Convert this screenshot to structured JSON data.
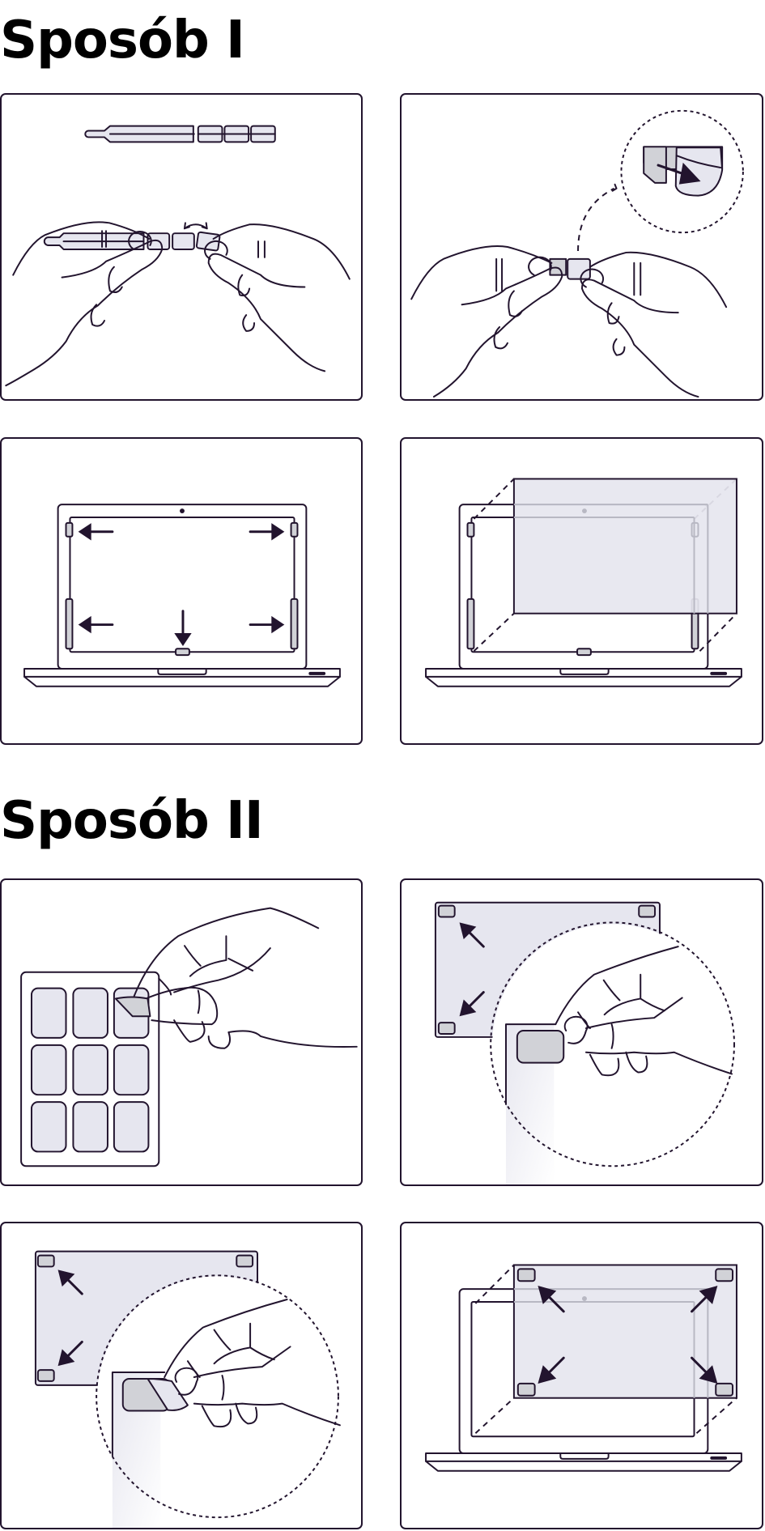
{
  "sections": [
    {
      "title": "Sposób I",
      "steps": [
        {
          "id": 1,
          "illustration": "two-hands-breaking-strip-of-tabs",
          "icon": "rotate-arrow-icon"
        },
        {
          "id": 2,
          "illustration": "two-hands-peeling-tab-with-zoom-inset",
          "icon": "peel-arrow-icon"
        },
        {
          "id": 3,
          "illustration": "laptop-with-tabs-attached-to-bezel",
          "icon": "outward-arrows-icon"
        },
        {
          "id": 4,
          "illustration": "privacy-filter-sliding-into-tabs-on-laptop",
          "icon": "dashed-guide-lines"
        }
      ]
    },
    {
      "title": "Sposób II",
      "steps": [
        {
          "id": 1,
          "illustration": "hand-peeling-adhesive-pad-from-sheet-of-nine",
          "icon": "adhesive-pad-grid"
        },
        {
          "id": 2,
          "illustration": "hand-placing-pad-on-filter-corner-zoom-inset",
          "icon": "corner-arrows-icon"
        },
        {
          "id": 3,
          "illustration": "hand-peeling-liner-from-pad-zoom-inset",
          "icon": "corner-arrows-icon"
        },
        {
          "id": 4,
          "illustration": "filter-with-corner-pads-applied-to-laptop",
          "icon": "diagonal-arrows-icon"
        }
      ]
    }
  ],
  "colors": {
    "stroke": "#22142e",
    "fill_light": "#e6e6ef",
    "fill_gray": "#d1d2d7",
    "background": "#ffffff"
  }
}
